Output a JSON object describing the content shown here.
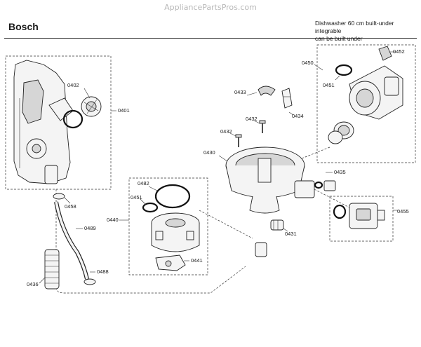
{
  "watermark": "AppliancePartsPros.com",
  "brand": "Bosch",
  "description_lines": [
    "Dishwasher 60 cm built-under integrable",
    "can be built under"
  ],
  "callouts": {
    "c0401": "0401",
    "c0402": "0402",
    "c0458": "0458",
    "c0489": "0489",
    "c0488": "0488",
    "c0436": "0436",
    "c0482": "0482",
    "c0451a": "0451",
    "c0440": "0440",
    "c0441": "0441",
    "c0433": "0433",
    "c0434": "0434",
    "c0432a": "0432",
    "c0432b": "0432",
    "c0430": "0430",
    "c0431": "0431",
    "c0435": "0435",
    "c0455": "0455",
    "c0450": "0450",
    "c0451b": "0451",
    "c0452": "0452"
  }
}
